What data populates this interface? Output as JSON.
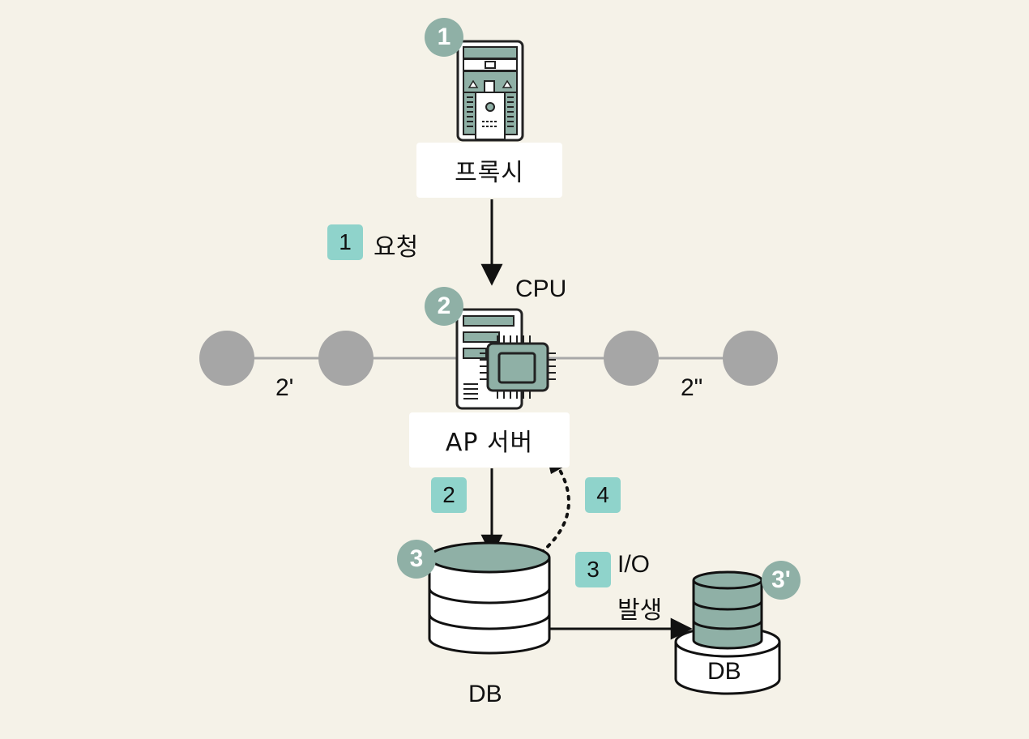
{
  "nodes": {
    "proxy": {
      "badge": "1",
      "label": "프록시",
      "icon": "server-tower-icon"
    },
    "ap_server": {
      "badge": "2",
      "label": "AP 서버",
      "cpu_label": "CPU",
      "icon": "server-cpu-icon"
    },
    "db_main": {
      "badge": "3",
      "label": "DB",
      "icon": "database-icon"
    },
    "db_secondary": {
      "badge": "3'",
      "label": "DB",
      "icon": "database-stack-icon"
    }
  },
  "cluster": {
    "left_label": "2'",
    "right_label": "2\""
  },
  "steps": [
    {
      "number": "1",
      "text": "요청"
    },
    {
      "number": "2",
      "text": ""
    },
    {
      "number": "3",
      "text_line1": "I/O",
      "text_line2": "발생"
    },
    {
      "number": "4",
      "text": ""
    }
  ],
  "colors": {
    "background": "#f5f2e8",
    "badge_teal": "#8fd3cb",
    "circle_badge": "#8fb0a6",
    "icon_fill": "#8fb0a6",
    "node_gray": "#a6a6a6",
    "line": "#111111"
  }
}
